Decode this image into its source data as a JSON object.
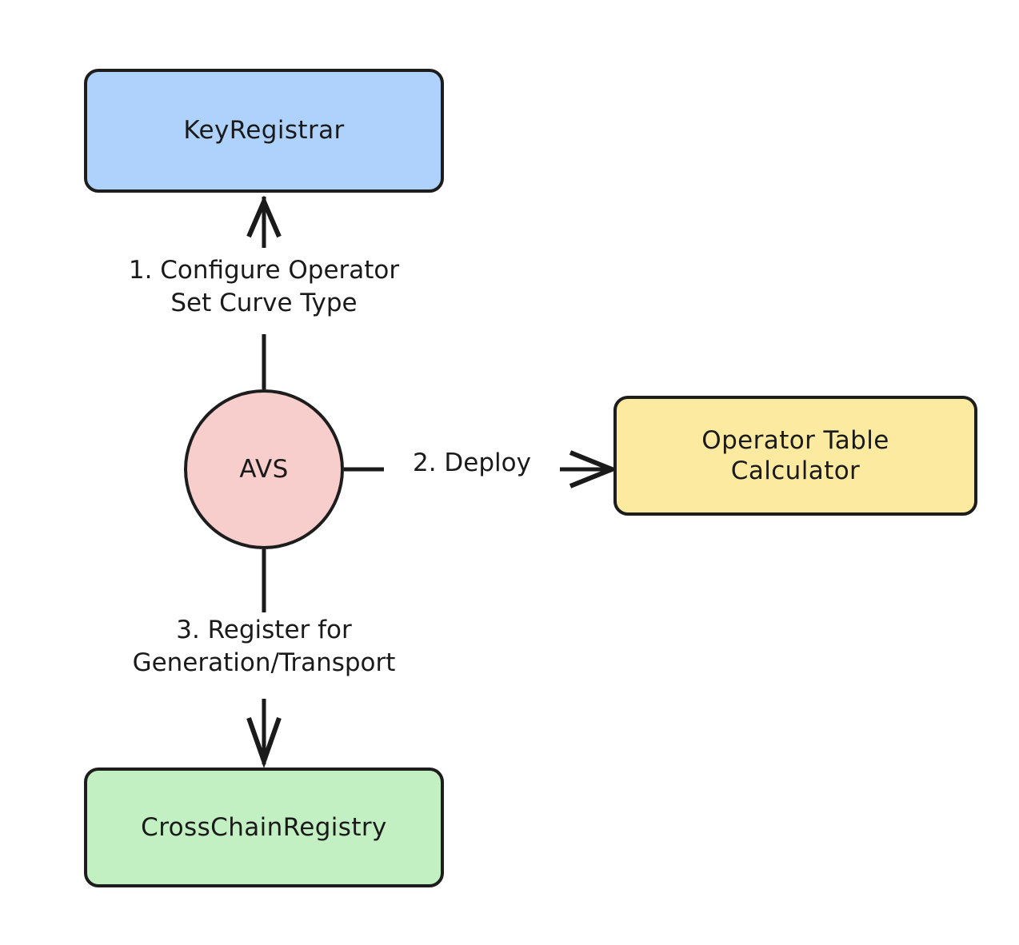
{
  "diagram": {
    "type": "flowchart",
    "title": "AVS setup flow",
    "background_color": "#ffffff",
    "stroke_color": "#1a1a1a",
    "nodes": [
      {
        "id": "keyregistrar",
        "label": "KeyRegistrar",
        "shape": "rounded-rectangle",
        "fill_color": "#aed2fb"
      },
      {
        "id": "avs",
        "label": "AVS",
        "shape": "circle",
        "fill_color": "#f8cecc"
      },
      {
        "id": "operator_table_calculator",
        "label": "Operator Table\nCalculator",
        "shape": "rounded-rectangle",
        "fill_color": "#fbeaa0"
      },
      {
        "id": "crosschainregistry",
        "label": "CrossChainRegistry",
        "shape": "rounded-rectangle",
        "fill_color": "#c2f0c2"
      }
    ],
    "edges": [
      {
        "id": "edge-1",
        "from": "avs",
        "to": "keyregistrar",
        "label": "1. Configure Operator\nSet Curve Type",
        "direction": "up",
        "arrowhead": "open"
      },
      {
        "id": "edge-2",
        "from": "avs",
        "to": "operator_table_calculator",
        "label": "2. Deploy",
        "direction": "right",
        "arrowhead": "open"
      },
      {
        "id": "edge-3",
        "from": "avs",
        "to": "crosschainregistry",
        "label": "3. Register for\nGeneration/Transport",
        "direction": "down",
        "arrowhead": "open"
      }
    ]
  }
}
